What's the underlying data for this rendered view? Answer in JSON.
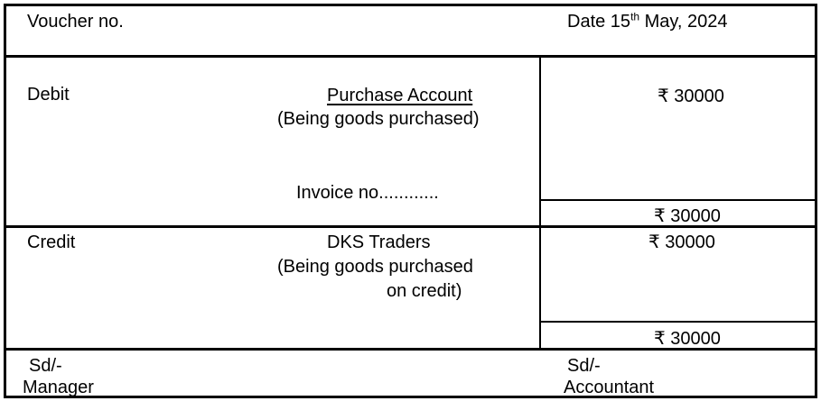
{
  "page": {
    "background_color": "#ffffff",
    "border_color": "#000000",
    "text_color": "#000000",
    "document_type": "purchase-voucher"
  },
  "header": {
    "voucher_no_label": "Voucher no.",
    "date_prefix": "Date 15",
    "date_superscript": "th",
    "date_suffix": " May, 2024"
  },
  "debit": {
    "label": "Debit",
    "account_title": "Purchase Account",
    "narration": "(Being goods purchased)",
    "invoice_line": "Invoice no............",
    "amount": "₹ 30000",
    "total_amount": "₹ 30000"
  },
  "credit": {
    "label": "Credit",
    "account_title": "DKS Traders",
    "narration_line1": "(Being goods purchased",
    "narration_line2": "on credit)",
    "amount": "₹ 30000",
    "total_amount": "₹ 30000"
  },
  "footer": {
    "left_signature": "Sd/-",
    "left_role": "Manager",
    "right_signature": "Sd/-",
    "right_role": "Accountant"
  }
}
